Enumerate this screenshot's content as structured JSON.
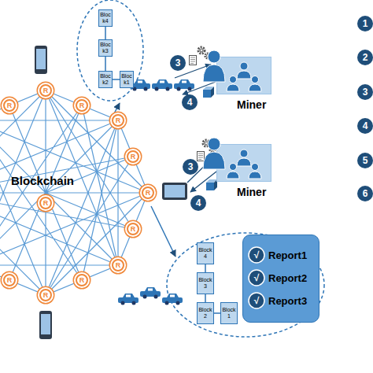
{
  "diagram": {
    "nodes": [
      {
        "text": [
          "Bloc k4"
        ]
      },
      {
        "text": [
          "Bloc k3"
        ]
      },
      {
        "text": [
          "Bloc k2"
        ]
      },
      {
        "text": [
          "Bloc k1"
        ]
      },
      {
        "text": [
          "Miner"
        ]
      },
      {
        "text": [
          "Miner"
        ]
      },
      {
        "text": [
          "Block 4"
        ]
      },
      {
        "text": [
          "Block 3"
        ]
      },
      {
        "text": [
          "Block 2"
        ]
      },
      {
        "text": [
          "Block 1"
        ]
      },
      {
        "text": [
          "Report1",
          "Report2",
          "Report3"
        ]
      }
    ],
    "edges": [
      {
        "from": 0,
        "to": 1,
        "arrow": "none"
      },
      {
        "from": 1,
        "to": 2,
        "arrow": "none"
      },
      {
        "from": 2,
        "to": 3,
        "arrow": "none"
      },
      {
        "from": 6,
        "to": 7,
        "arrow": "none"
      },
      {
        "from": 7,
        "to": 8,
        "arrow": "none"
      },
      {
        "from": 8,
        "to": 9,
        "arrow": "none"
      }
    ],
    "labels": [
      "Blockchain",
      "3",
      "4",
      "3",
      "4",
      "1",
      "2",
      "3",
      "4",
      "5",
      "6",
      "√",
      "√",
      "√",
      "R",
      "R",
      "R",
      "R",
      "R",
      "R",
      "R",
      "R",
      "R",
      "R",
      "R",
      "R"
    ]
  }
}
